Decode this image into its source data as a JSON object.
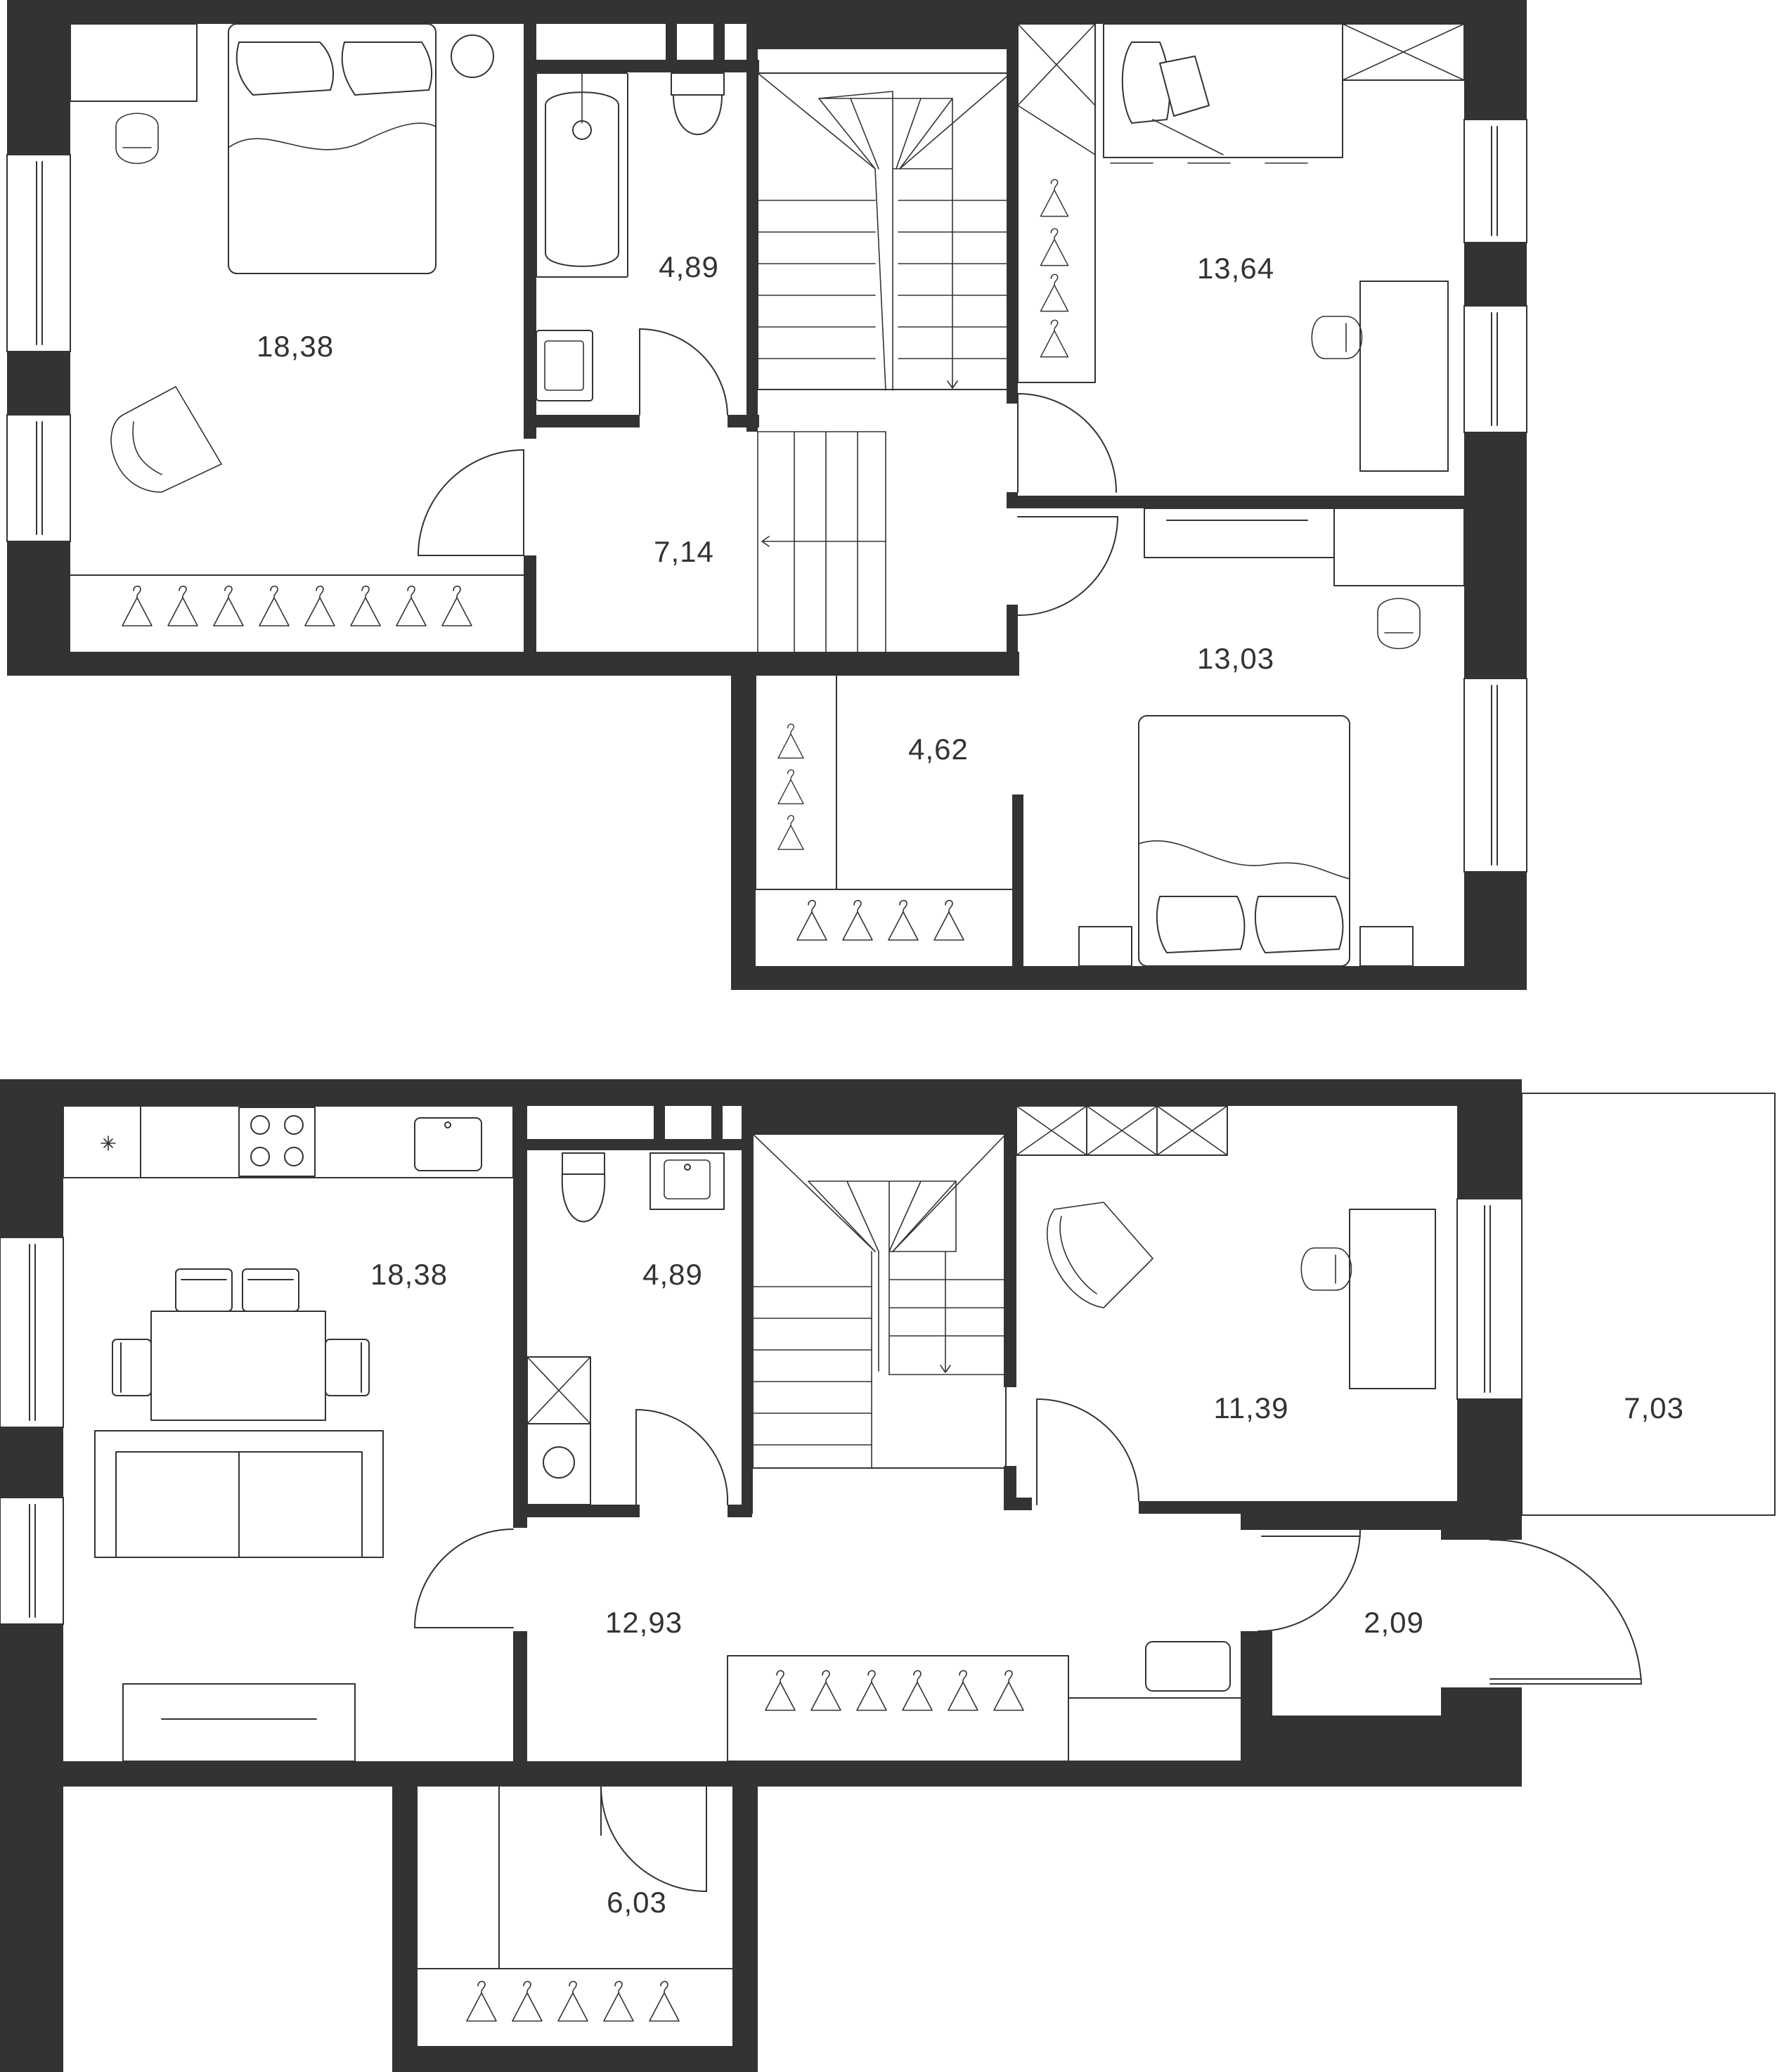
{
  "floors": [
    {
      "id": "upper-floor",
      "rooms": [
        {
          "id": "bedroom-1",
          "area": "18,38"
        },
        {
          "id": "bathroom-upper",
          "area": "4,89"
        },
        {
          "id": "hall-upper",
          "area": "7,14"
        },
        {
          "id": "bedroom-2",
          "area": "13,64"
        },
        {
          "id": "bedroom-3",
          "area": "13,03"
        },
        {
          "id": "wardrobe-upper",
          "area": "4,62"
        }
      ]
    },
    {
      "id": "lower-floor",
      "rooms": [
        {
          "id": "kitchen-living",
          "area": "18,38"
        },
        {
          "id": "bathroom-lower",
          "area": "4,89"
        },
        {
          "id": "study",
          "area": "11,39"
        },
        {
          "id": "terrace",
          "area": "7,03"
        },
        {
          "id": "hall-lower",
          "area": "12,93"
        },
        {
          "id": "vestibule",
          "area": "2,09"
        },
        {
          "id": "storage",
          "area": "6,03"
        }
      ]
    }
  ],
  "colors": {
    "wall": "#333333",
    "line": "#333333",
    "background": "#ffffff"
  }
}
